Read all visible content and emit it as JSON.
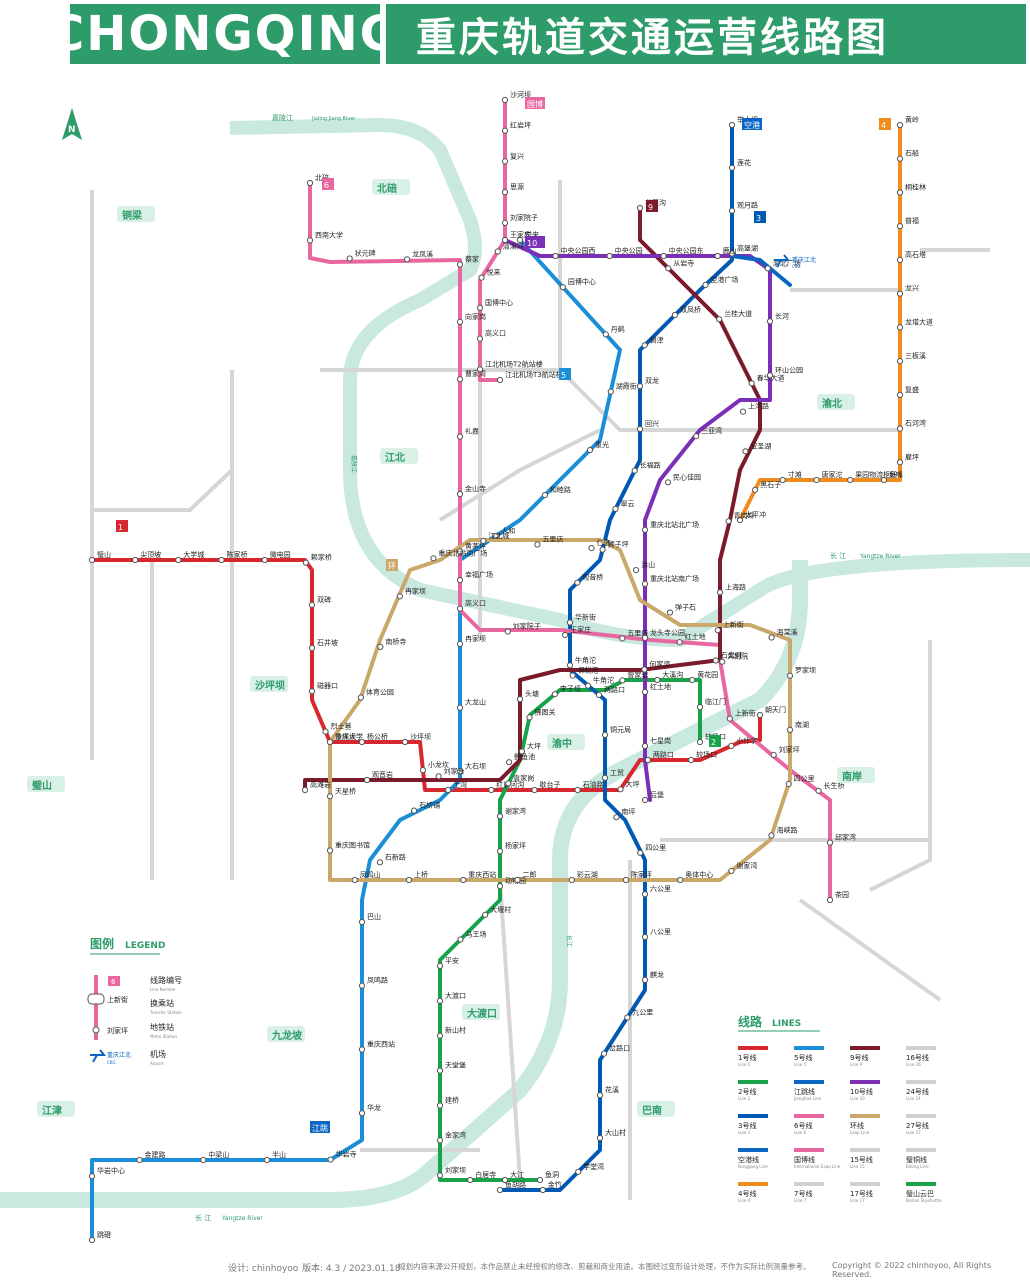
{
  "header": {
    "city": "CHONGQING",
    "title": "重庆轨道交通运营线路图"
  },
  "colors": {
    "line1": "#d7282f",
    "line2": "#1aa24a",
    "line3": "#0059b3",
    "line4": "#f08c1e",
    "line5": "#1a8fd8",
    "line6": "#e867a1",
    "line9": "#7a1a2a",
    "line10": "#7a2fb5",
    "loop": "#c9a86a",
    "airport": "#0a66c2",
    "expo": "#e867a1",
    "jiangtiao": "#0a66c2",
    "future": "#c8c8c8",
    "river": "#c8e8e0",
    "accent": "#2e9c6a"
  },
  "rivers": {
    "jialing": "嘉陵江",
    "jialing_en": "Jialing Jiang River",
    "yangtze": "长 江",
    "yangtze_en": "Yangtze River",
    "jialing_v": "嘉陵江",
    "yangtze_v": "长江"
  },
  "districts": [
    "北碚",
    "铜梁",
    "沙坪坝",
    "江北",
    "渝北",
    "渝中",
    "南岸",
    "九龙坡",
    "大渡口",
    "巴南",
    "璧山",
    "江津"
  ],
  "line_badges": [
    {
      "n": "1",
      "c": "#d7282f"
    },
    {
      "n": "6",
      "c": "#e867a1"
    },
    {
      "n": "国博",
      "c": "#e867a1"
    },
    {
      "n": "空港",
      "c": "#0a66c2"
    },
    {
      "n": "4",
      "c": "#f08c1e"
    },
    {
      "n": "9",
      "c": "#7a1a2a"
    },
    {
      "n": "10",
      "c": "#7a2fb5"
    },
    {
      "n": "3",
      "c": "#0059b3"
    },
    {
      "n": "5",
      "c": "#1a8fd8"
    },
    {
      "n": "环",
      "c": "#c9a86a"
    },
    {
      "n": "2",
      "c": "#1aa24a"
    },
    {
      "n": "江跳",
      "c": "#0a66c2"
    }
  ],
  "stations": {
    "line1": [
      "璧山",
      "尖顶坡",
      "大学城",
      "陈家桥",
      "微电园",
      "赖家桥",
      "双碑",
      "石井坡",
      "磁器口",
      "烈士墓",
      "杨公桥",
      "沙坪坝",
      "小龙坎",
      "土湾",
      "红旗河沟",
      "歇台子",
      "石油路",
      "大坪",
      "两路口",
      "较场口",
      "小什字",
      "朝天门"
    ],
    "line2": [
      "较场口",
      "临江门",
      "黄花园",
      "大溪沟",
      "曾家岩",
      "牛角沱",
      "李子坝",
      "佛图关",
      "大坪",
      "袁家岗",
      "谢家湾",
      "杨家坪",
      "动物园",
      "大堰村",
      "马王场",
      "平安",
      "大渡口",
      "新山村",
      "天堂堡",
      "建桥",
      "金家湾",
      "刘家坝",
      "白居寺",
      "大江",
      "鱼洞"
    ],
    "line3": [
      "举人坝",
      "莲花",
      "观月路",
      "高堡湖",
      "空港广场",
      "双凤桥",
      "碧津",
      "双龙",
      "回兴",
      "长福路",
      "翠云",
      "狮子坪",
      "观音桥",
      "华新街",
      "牛角沱",
      "两路口",
      "铜元局",
      "工贸",
      "南坪",
      "四公里",
      "六公里",
      "八公里",
      "麒龙",
      "九公里",
      "岔路口",
      "花溪",
      "大山村",
      "学堂湾",
      "金竹",
      "鱼胡路"
    ],
    "line4": [
      "黄岭",
      "石船",
      "桐桂林",
      "普福",
      "高石塔",
      "龙兴",
      "龙塔大道",
      "三板溪",
      "复盛",
      "石河湾",
      "雇坪",
      "鱼嘴",
      "果园物流枢纽",
      "唐家沱",
      "寸滩",
      "黑石子",
      "太平冲"
    ],
    "line5": [
      "悦来",
      "园博中心",
      "丹鹤",
      "湖霞街",
      "重光",
      "和睦路",
      "人和",
      "幸福广场",
      "冉家坝",
      "大龙山",
      "大石坝",
      "石桥铺",
      "石新路",
      "巴山",
      "凤鸣路",
      "重庆西站",
      "华龙",
      "华岩寺",
      "半山",
      "中梁山",
      "金建路",
      "华岩中心",
      "跳磴"
    ],
    "line6": [
      "北碚",
      "西南大学",
      "状元碑",
      "龙凤溪",
      "蔡家",
      "向家岗",
      "曹家湾",
      "礼嘉",
      "金山寺",
      "黄茅坪",
      "高义口",
      "刘家院子",
      "王家庄",
      "五里店",
      "红土地",
      "大剧院",
      "上新街",
      "刘家坪",
      "长生桥",
      "邱家湾",
      "茶园"
    ],
    "line9": [
      "花石沟",
      "从岩寺",
      "兰桂大道",
      "春华大道",
      "宝圣湖",
      "青岗坪",
      "上海路",
      "石盘河",
      "何家梁",
      "保税港",
      "头塘",
      "鲤鱼池",
      "刘家台",
      "观音岩",
      "高滩岩"
    ],
    "line10": [
      "王家庄",
      "中央公园西",
      "中央公园",
      "中央公园东",
      "鹿山",
      "渝北广场",
      "长河",
      "环山公园",
      "上湾路",
      "三亚湾",
      "民心佳园",
      "重庆北站北广场",
      "重庆北站南广场",
      "龙头寺公园",
      "红土地",
      "七星岗",
      "后堡"
    ],
    "loop": [
      "沙坪坝",
      "天星桥",
      "重庆图书馆",
      "凤鸣山",
      "上桥",
      "重庆西站",
      "二郎",
      "彩云湖",
      "陈家坪",
      "奥体中心",
      "谢家湾",
      "海峡路",
      "四公里",
      "南湖",
      "罗家坝",
      "海棠溪",
      "上新街",
      "弹子石",
      "涂山",
      "仁济",
      "五里店",
      "江北城",
      "重庆北站南广场",
      "冉家坝",
      "南桥寺",
      "体育公园",
      "重庆大学"
    ],
    "airport_expo": [
      "沙河坝",
      "红岩坪",
      "复兴",
      "思源",
      "刘家院子",
      "清溪河",
      "悦来",
      "国博中心",
      "高义口",
      "江北机场T2航站楼",
      "江北机场T3航站楼"
    ]
  },
  "legend": {
    "title": "图例",
    "title_en": "LEGEND",
    "items": [
      {
        "label": "线路编号",
        "en": "Line Number"
      },
      {
        "label": "换乘站",
        "en": "Transfer Station"
      },
      {
        "label": "地铁站",
        "en": "Metro Station"
      },
      {
        "label": "机场",
        "en": "Airport"
      }
    ],
    "sample_badge": "6",
    "sample_transfer": "上新街",
    "sample_station": "刘家坪",
    "airport_name": "重庆江北",
    "airport_en": "CKG"
  },
  "lines_legend": {
    "title": "线路",
    "title_en": "LINES",
    "items": [
      {
        "zh": "1号线",
        "en": "Line 1",
        "c": "#d7282f"
      },
      {
        "zh": "5号线",
        "en": "Line 5",
        "c": "#1a8fd8"
      },
      {
        "zh": "9号线",
        "en": "Line 9",
        "c": "#7a1a2a"
      },
      {
        "zh": "16号线",
        "en": "Line 16",
        "c": "#d0d0d0"
      },
      {
        "zh": "2号线",
        "en": "Line 2",
        "c": "#1aa24a"
      },
      {
        "zh": "江跳线",
        "en": "Jiangtiao Line",
        "c": "#0a66c2"
      },
      {
        "zh": "10号线",
        "en": "Line 10",
        "c": "#7a2fb5"
      },
      {
        "zh": "24号线",
        "en": "Line 24",
        "c": "#d0d0d0"
      },
      {
        "zh": "3号线",
        "en": "Line 3",
        "c": "#0059b3"
      },
      {
        "zh": "6号线",
        "en": "Line 6",
        "c": "#e867a1"
      },
      {
        "zh": "环线",
        "en": "Loop Line",
        "c": "#c9a86a"
      },
      {
        "zh": "27号线",
        "en": "Line 27",
        "c": "#d0d0d0"
      },
      {
        "zh": "空港线",
        "en": "Konggang Line",
        "c": "#0a66c2"
      },
      {
        "zh": "国博线",
        "en": "International Expo Line",
        "c": "#e867a1"
      },
      {
        "zh": "15号线",
        "en": "Line 15",
        "c": "#d0d0d0"
      },
      {
        "zh": "璧铜线",
        "en": "Bitong Line",
        "c": "#d0d0d0"
      },
      {
        "zh": "4号线",
        "en": "Line 4",
        "c": "#f08c1e"
      },
      {
        "zh": "7号线",
        "en": "Line 7",
        "c": "#d0d0d0"
      },
      {
        "zh": "17号线",
        "en": "Line 17",
        "c": "#d0d0d0"
      },
      {
        "zh": "璧山云巴",
        "en": "Bishan Skyshuttle",
        "c": "#1aa24a"
      }
    ]
  },
  "footer": {
    "designer": "设计: chinhoyoo",
    "version": "版本: 4.3 / 2023.01.18",
    "notice": "规划内容来源公开规划，本作品禁止未经授权的修改、剪裁和商业用途。本图经过变形设计处理，不作为实际比例测量参考。",
    "copyright": "Copyright © 2022 chinhoyoo, All Rights Reserved."
  }
}
